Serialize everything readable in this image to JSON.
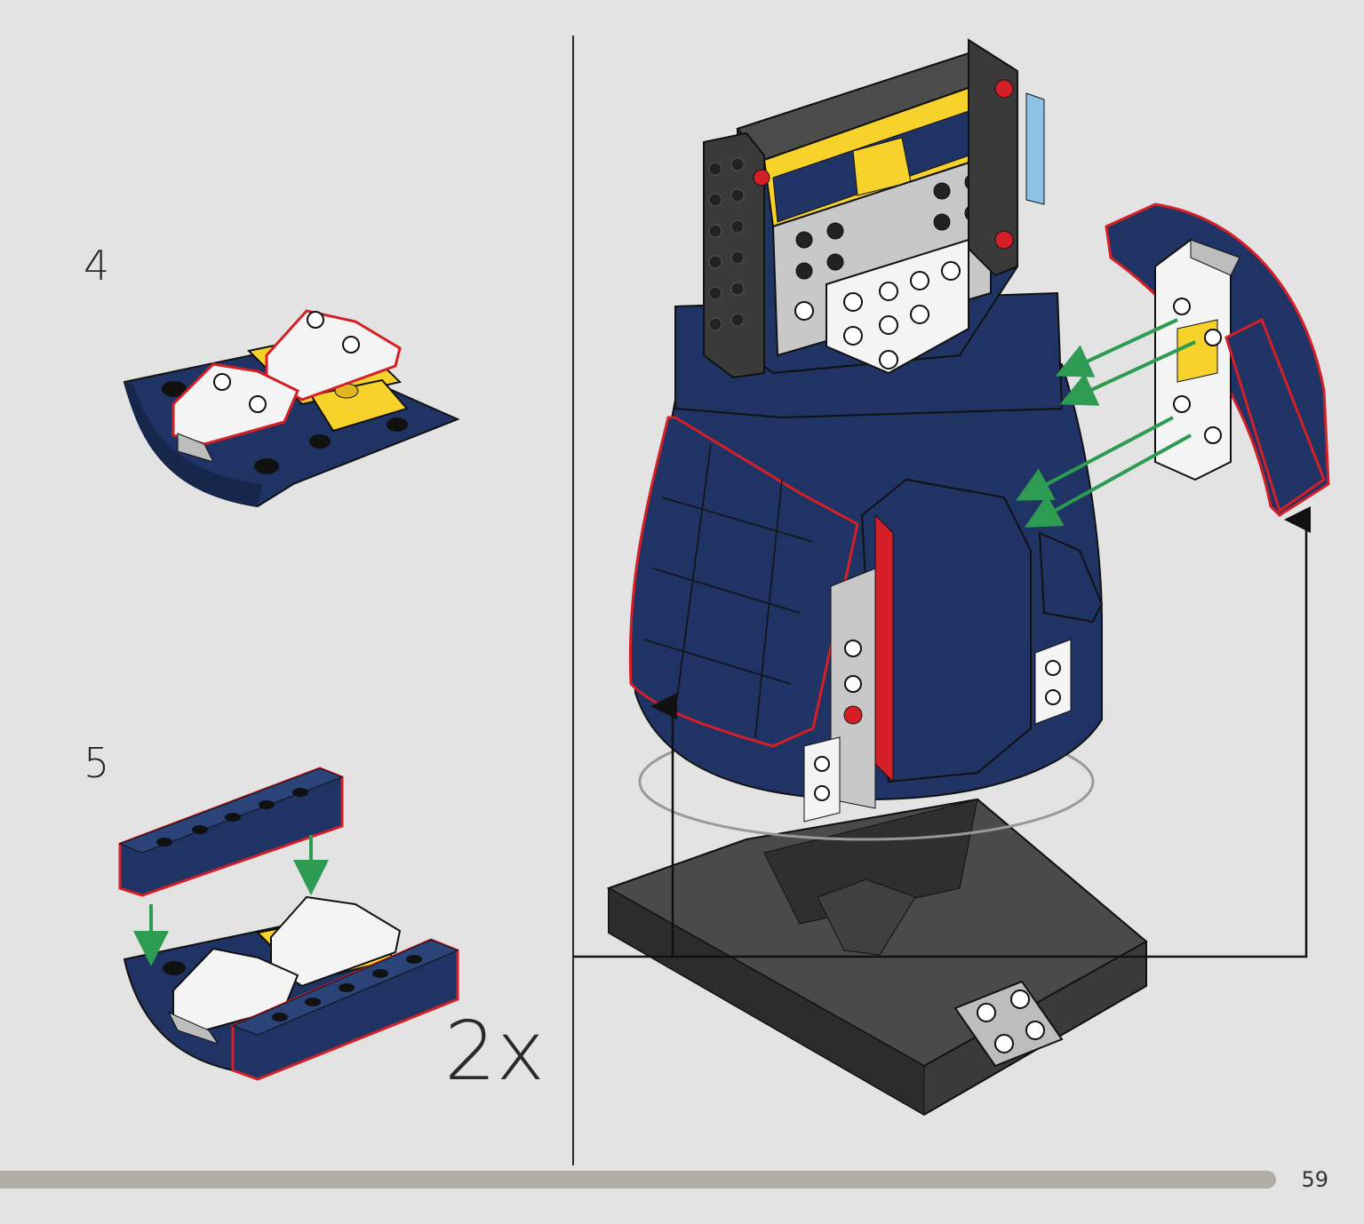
{
  "steps": [
    {
      "number": "4"
    },
    {
      "number": "5",
      "multiplier": "2x"
    }
  ],
  "page": {
    "number": "59",
    "progress": 0.935
  },
  "colors": {
    "background": "#e3e3e3",
    "dark_blue": "#1f3464",
    "red_outline": "#d41f26",
    "yellow": "#f7d22a",
    "white": "#f4f4f4",
    "light_gray": "#bdbdbd",
    "dark_gray": "#3a3a3a",
    "green_arrow": "#2e9b52",
    "progress_bar": "#b1aca6"
  },
  "icons": [
    "green-assembly-arrow-icon",
    "black-placement-arrow-icon"
  ]
}
